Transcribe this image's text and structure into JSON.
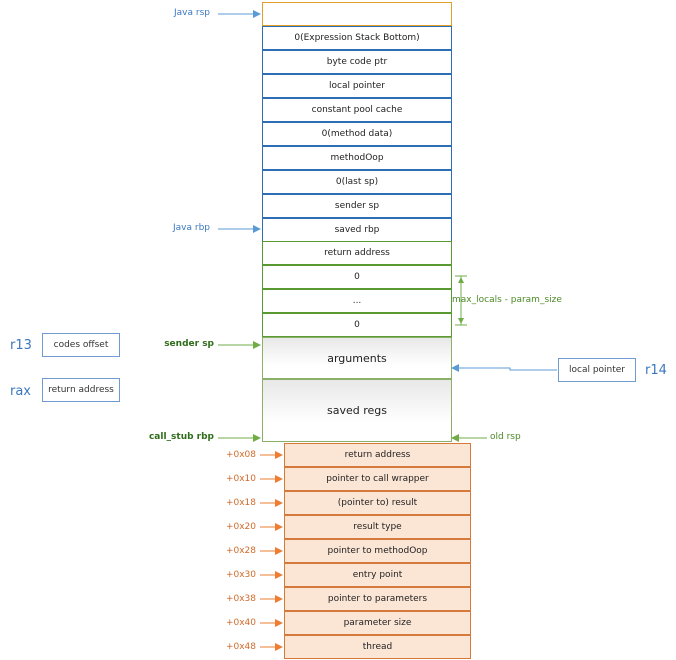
{
  "pointers": {
    "java_rsp": "Java rsp",
    "java_rbp": "Java rbp",
    "sender_sp": "sender sp",
    "call_stub_rbp": "call_stub rbp",
    "old_rsp": "old rsp"
  },
  "interpreter_frame": [
    "0(Expression Stack Bottom)",
    "byte code ptr",
    "local pointer",
    "constant pool cache",
    "0(method data)",
    "methodOop",
    "0(last sp)",
    "sender sp",
    "saved rbp"
  ],
  "locals_region": {
    "return_address": "return address",
    "slots": [
      "0",
      "...",
      "0"
    ],
    "bracket_label": "max_locals - param_size"
  },
  "arguments": "arguments",
  "saved_regs": "saved regs",
  "registers": {
    "r13": {
      "name": "r13",
      "value": "codes offset"
    },
    "rax": {
      "name": "rax",
      "value": "return address"
    },
    "r14": {
      "name": "r14",
      "value": "local pointer"
    }
  },
  "call_stub": [
    {
      "offset": "+0x08",
      "label": "return address"
    },
    {
      "offset": "+0x10",
      "label": "pointer to call wrapper"
    },
    {
      "offset": "+0x18",
      "label": "(pointer to) result"
    },
    {
      "offset": "+0x20",
      "label": "result type"
    },
    {
      "offset": "+0x28",
      "label": "pointer to methodOop"
    },
    {
      "offset": "+0x30",
      "label": "entry point"
    },
    {
      "offset": "+0x38",
      "label": "pointer to parameters"
    },
    {
      "offset": "+0x40",
      "label": "parameter size"
    },
    {
      "offset": "+0x48",
      "label": "thread"
    }
  ],
  "colors": {
    "blue": "#2e6eb5",
    "green": "#5a9a32",
    "orange": "#d67a3c",
    "orange_fill": "#fbe5d5",
    "top_cell": "#e3a02b"
  }
}
